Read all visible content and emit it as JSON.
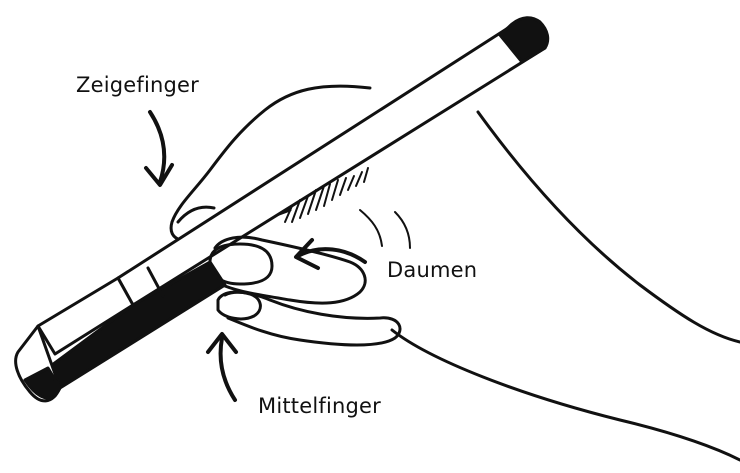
{
  "labels": {
    "index_finger": "Zeigefinger",
    "thumb": "Daumen",
    "middle_finger": "Mittelfinger"
  },
  "colors": {
    "ink": "#111111",
    "paper": "#ffffff"
  }
}
